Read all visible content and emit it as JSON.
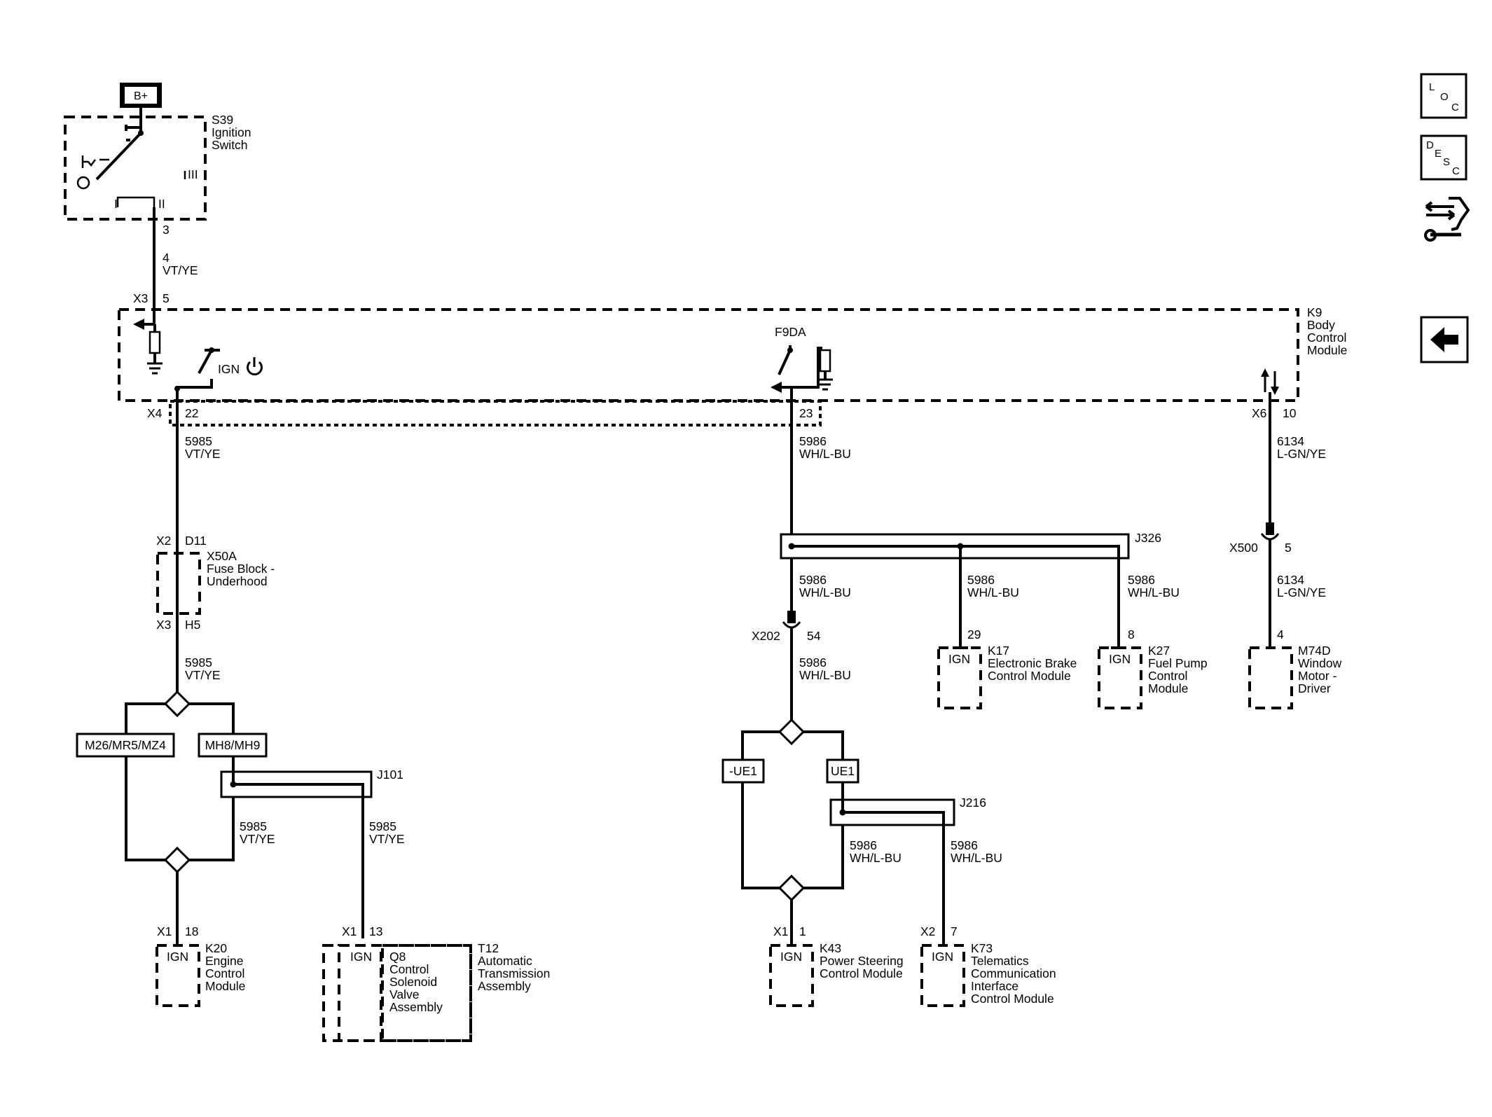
{
  "battery": {
    "label": "B+"
  },
  "ignition_switch": {
    "id": "S39",
    "name_line1": "Ignition",
    "name_line2": "Switch",
    "pos_1": "I",
    "pos_2": "II",
    "pos_3": "III",
    "pin": "3"
  },
  "wire_bplus_to_bcm": {
    "num": "4",
    "color": "VT/YE"
  },
  "bcm": {
    "id": "K9",
    "name_line1": "Body",
    "name_line2": "Control",
    "name_line3": "Module",
    "x3_conn": "X3",
    "x3_pin": "5",
    "ign_label": "IGN",
    "x4_conn": "X4",
    "x4_pin": "22",
    "relay_label": "F9DA",
    "pin_23": "23",
    "x6_conn": "X6",
    "x6_pin": "10"
  },
  "wire_5985_a": {
    "num": "5985",
    "color": "VT/YE"
  },
  "fuse_block": {
    "top_conn": "X2",
    "top_pin": "D11",
    "id": "X50A",
    "name_line1": "Fuse Block -",
    "name_line2": "Underhood",
    "bot_conn": "X3",
    "bot_pin": "H5"
  },
  "wire_5985_b": {
    "num": "5985",
    "color": "VT/YE"
  },
  "option_left_1": "M26/MR5/MZ4",
  "option_left_2": "MH8/MH9",
  "splice_j101": "J101",
  "wire_5985_c": {
    "num": "5985",
    "color": "VT/YE"
  },
  "wire_5985_d": {
    "num": "5985",
    "color": "VT/YE"
  },
  "ecm": {
    "conn": "X1",
    "pin": "18",
    "ign": "IGN",
    "id": "K20",
    "name_line1": "Engine",
    "name_line2": "Control",
    "name_line3": "Module"
  },
  "tcm": {
    "conn": "X1",
    "pin": "13",
    "ign": "IGN",
    "q8_id": "Q8",
    "q8_line1": "Control",
    "q8_line2": "Solenoid",
    "q8_line3": "Valve",
    "q8_line4": "Assembly",
    "t12_id": "T12",
    "t12_line1": "Automatic",
    "t12_line2": "Transmission",
    "t12_line3": "Assembly"
  },
  "wire_5986_a": {
    "num": "5986",
    "color": "WH/L-BU"
  },
  "splice_j326": "J326",
  "wire_5986_b": {
    "num": "5986",
    "color": "WH/L-BU"
  },
  "wire_5986_c": {
    "num": "5986",
    "color": "WH/L-BU"
  },
  "wire_5986_d": {
    "num": "5986",
    "color": "WH/L-BU"
  },
  "x202": {
    "conn": "X202",
    "pin": "54"
  },
  "wire_5986_e": {
    "num": "5986",
    "color": "WH/L-BU"
  },
  "ebcm": {
    "pin": "29",
    "ign": "IGN",
    "id": "K17",
    "name_line1": "Electronic Brake",
    "name_line2": "Control Module"
  },
  "fpcm": {
    "pin": "8",
    "ign": "IGN",
    "id": "K27",
    "name_line1": "Fuel Pump",
    "name_line2": "Control",
    "name_line3": "Module"
  },
  "option_right_1": "-UE1",
  "option_right_2": "UE1",
  "splice_j216": "J216",
  "wire_5986_f": {
    "num": "5986",
    "color": "WH/L-BU"
  },
  "wire_5986_g": {
    "num": "5986",
    "color": "WH/L-BU"
  },
  "pscm": {
    "conn": "X1",
    "pin": "1",
    "ign": "IGN",
    "id": "K43",
    "name_line1": "Power Steering",
    "name_line2": "Control Module"
  },
  "ticm": {
    "conn": "X2",
    "pin": "7",
    "ign": "IGN",
    "id": "K73",
    "name_line1": "Telematics",
    "name_line2": "Communication",
    "name_line3": "Interface",
    "name_line4": "Control Module"
  },
  "wire_6134_a": {
    "num": "6134",
    "color": "L-GN/YE"
  },
  "x500": {
    "conn": "X500",
    "pin": "5"
  },
  "wire_6134_b": {
    "num": "6134",
    "color": "L-GN/YE"
  },
  "window_motor": {
    "pin": "4",
    "id": "M74D",
    "name_line1": "Window",
    "name_line2": "Motor -",
    "name_line3": "Driver"
  },
  "sidebar": {
    "loc_l": "L",
    "loc_o": "O",
    "loc_c": "C",
    "desc_d": "D",
    "desc_e": "E",
    "desc_s": "S",
    "desc_c": "C",
    "service_icon": "arrows-wrench-icon",
    "back_icon": "back-arrow-icon"
  }
}
